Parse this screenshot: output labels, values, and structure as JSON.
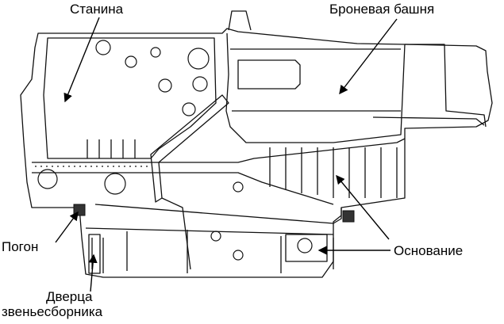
{
  "labels": {
    "stanina": "Станина",
    "tower": "Броневая башня",
    "pogon": "Погон",
    "osnovanie": "Основание",
    "dverca_line1": "Дверца",
    "dverca_line2": "звеньесборника"
  }
}
